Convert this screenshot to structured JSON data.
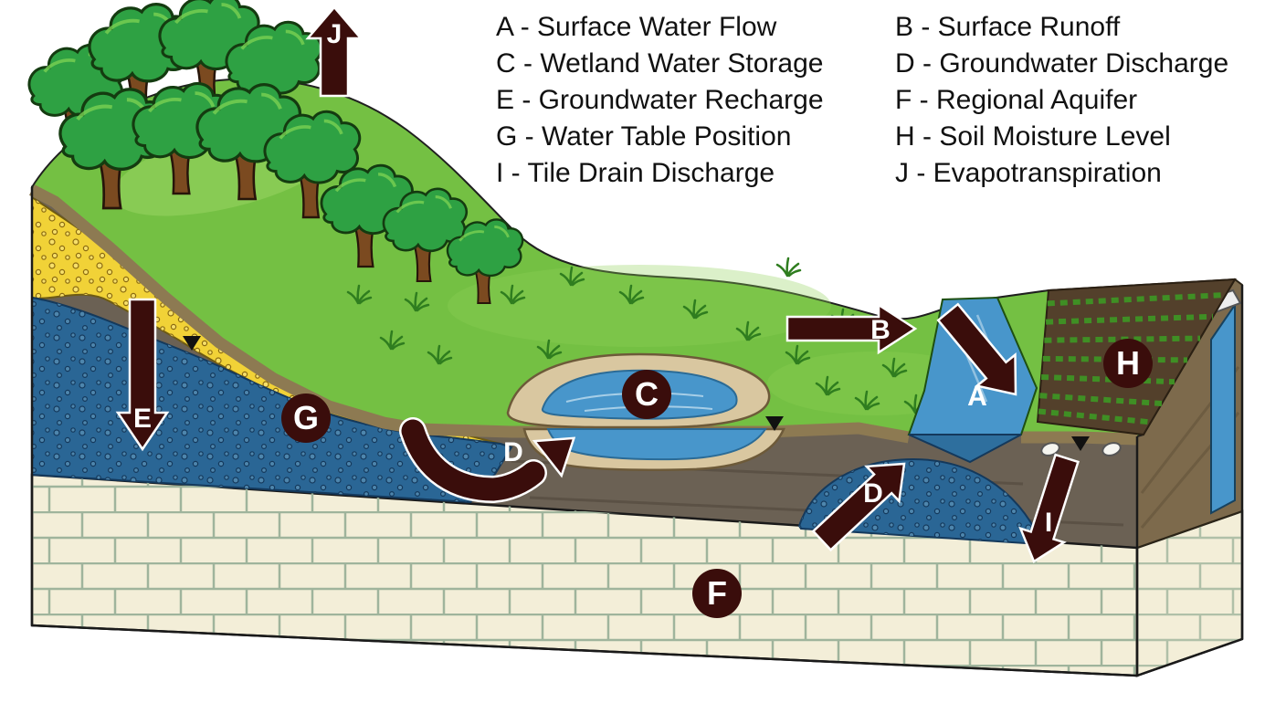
{
  "legend": {
    "left": [
      "A - Surface Water Flow",
      "C - Wetland Water Storage",
      "E - Groundwater Recharge",
      "G - Water Table Position",
      "I - Tile Drain Discharge"
    ],
    "right": [
      "B - Surface Runoff",
      "D - Groundwater Discharge",
      "F - Regional Aquifer",
      "H - Soil Moisture Level",
      "J - Evapotranspiration"
    ]
  },
  "arrow_labels": {
    "evapotranspiration": "J",
    "groundwater_recharge": "E",
    "surface_runoff": "B",
    "surface_water_flow": "A",
    "groundwater_discharge_wetland": "D",
    "groundwater_discharge_stream": "D",
    "tile_drain_discharge": "I"
  },
  "badge_labels": {
    "wetland_water_storage": "C",
    "water_table_position": "G",
    "regional_aquifer": "F",
    "soil_moisture_level": "H"
  },
  "colors": {
    "arrow": "#3a0d0b",
    "badge": "#3a0d0b",
    "grass": "#74c043",
    "grass_highlight": "#a8dd6e",
    "topsoil": "#8d7a52",
    "sand": "#f1d237",
    "groundwater": "#2a6695",
    "soil": "#6b6154",
    "limestone": "#f3eed8",
    "limestone_line": "#9fb49c",
    "stream": "#4896cb",
    "wetland_sand": "#d9c7a0",
    "farm_soil": "#53402b",
    "crop": "#3f8f24",
    "side_face": "#7d6a4c",
    "tree_canopy": "#2ea143",
    "tree_trunk": "#7b4a20"
  }
}
